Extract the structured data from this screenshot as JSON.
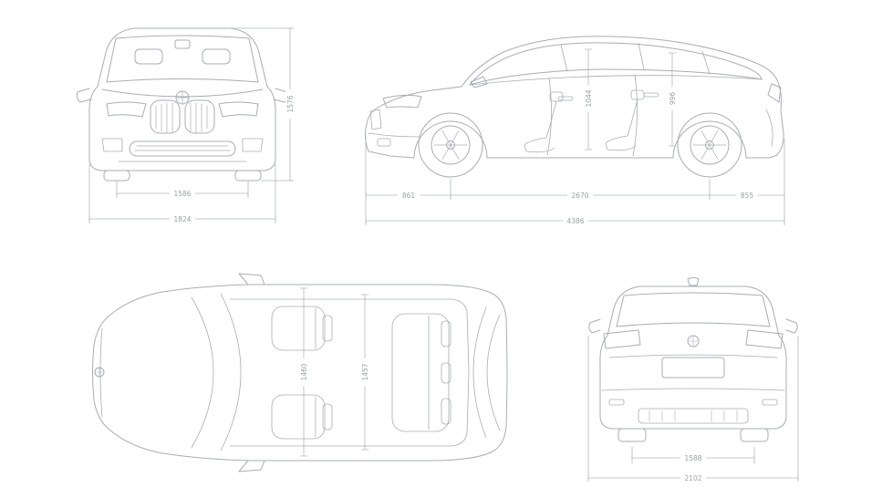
{
  "colors": {
    "background": "#ffffff",
    "car_line": "#a8acb2",
    "dim_line": "#b4b8be",
    "dim_text": "#9aa0a6"
  },
  "views": {
    "front": {
      "height": "1576",
      "track_width": "1586",
      "overall_width": "1824"
    },
    "side": {
      "front_overhang": "861",
      "wheelbase": "2670",
      "rear_overhang": "855",
      "overall_length": "4386",
      "interior_height_front": "1044",
      "interior_height_rear": "996"
    },
    "top": {
      "interior_width_front": "1460",
      "interior_width_rear": "1457"
    },
    "rear": {
      "track_width": "1588",
      "overall_width_mirrors": "2102"
    }
  }
}
